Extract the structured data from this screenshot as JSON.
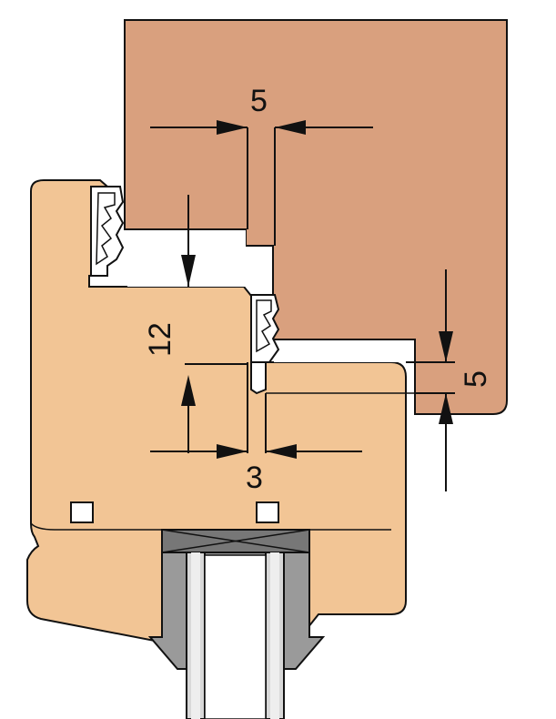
{
  "dimensions": {
    "top_gap": "5",
    "rebate_depth": "12",
    "side_gap": "5",
    "seal_gap": "3"
  },
  "colors": {
    "sash_wood": "#d9a07e",
    "frame_wood": "#f2c595",
    "glass_grey": "#9a9a9a",
    "glass_dark": "#777777",
    "outline": "#111111"
  }
}
